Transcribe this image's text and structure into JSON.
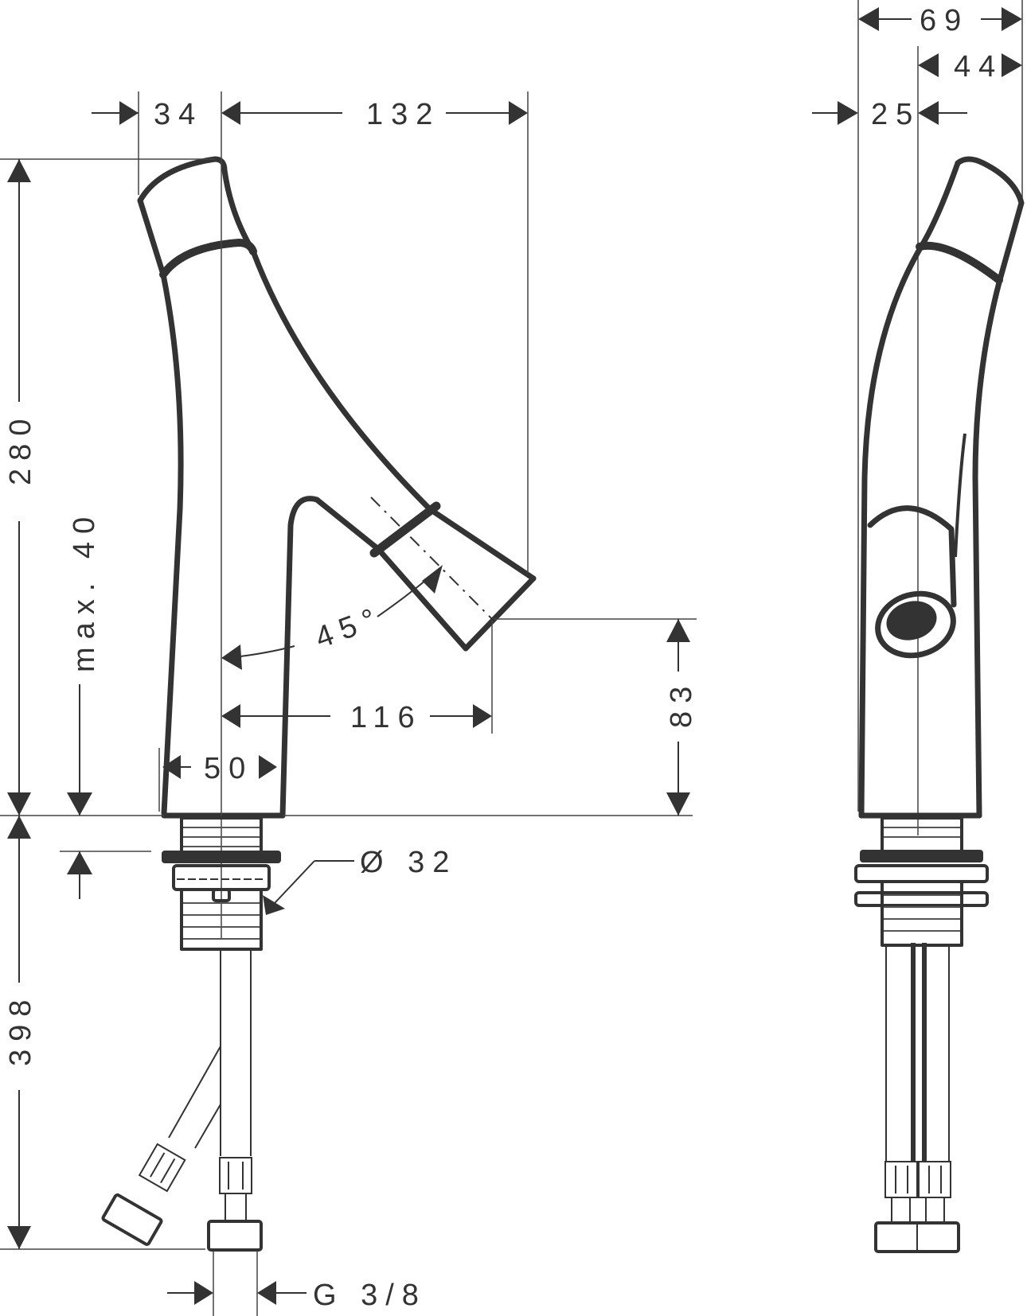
{
  "drawing": {
    "subject": "Basin mixer faucet technical dimension drawing",
    "unit": "mm",
    "colors": {
      "line": "#333333",
      "background": "#ffffff"
    },
    "front_view": {
      "dimensions": {
        "spout_top_offset": "34",
        "spout_reach_total": "132",
        "height_total": "280",
        "deck_thickness": "max. 40",
        "spout_angle": "45°",
        "spout_reach_outlet": "116",
        "base_width": "50",
        "outlet_height": "83",
        "shank_diameter": "Ø 32",
        "hose_length": "398",
        "hose_connection": "G 3/8"
      }
    },
    "side_view": {
      "dimensions": {
        "depth_total": "69",
        "depth_front": "44",
        "depth_back": "25"
      }
    }
  }
}
